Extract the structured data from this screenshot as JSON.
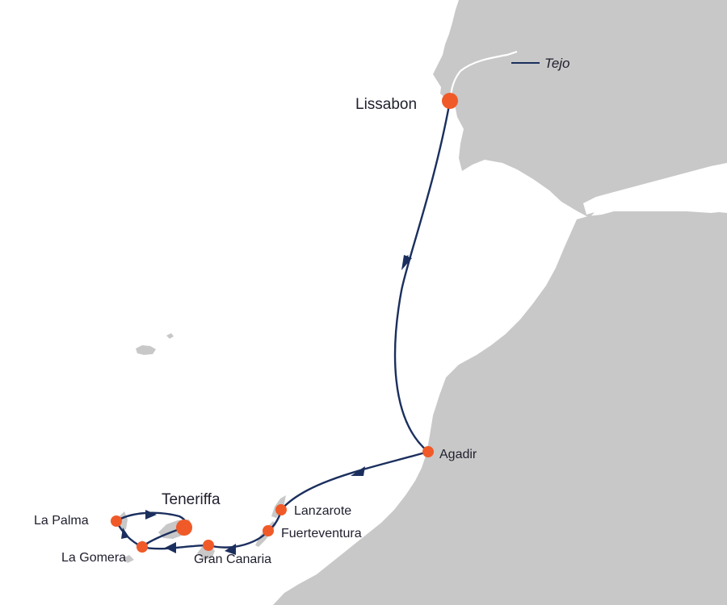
{
  "colors": {
    "land": "#c8c8c8",
    "sea": "#ffffff",
    "route": "#1b2f5e",
    "port": "#f05a28",
    "label": "#1f1f2e"
  },
  "route": {
    "ports": [
      {
        "id": "lissabon",
        "name": "Lissabon",
        "size": "large"
      },
      {
        "id": "agadir",
        "name": "Agadir",
        "size": "small"
      },
      {
        "id": "lanzarote",
        "name": "Lanzarote",
        "size": "small"
      },
      {
        "id": "fuerteventura",
        "name": "Fuerteventura",
        "size": "small"
      },
      {
        "id": "gran-canaria",
        "name": "Gran Canaria",
        "size": "small"
      },
      {
        "id": "la-gomera",
        "name": "La Gomera",
        "size": "small"
      },
      {
        "id": "la-palma",
        "name": "La Palma",
        "size": "small"
      },
      {
        "id": "teneriffa",
        "name": "Teneriffa",
        "size": "large"
      }
    ]
  },
  "legend": {
    "river_name": "Tejo"
  }
}
